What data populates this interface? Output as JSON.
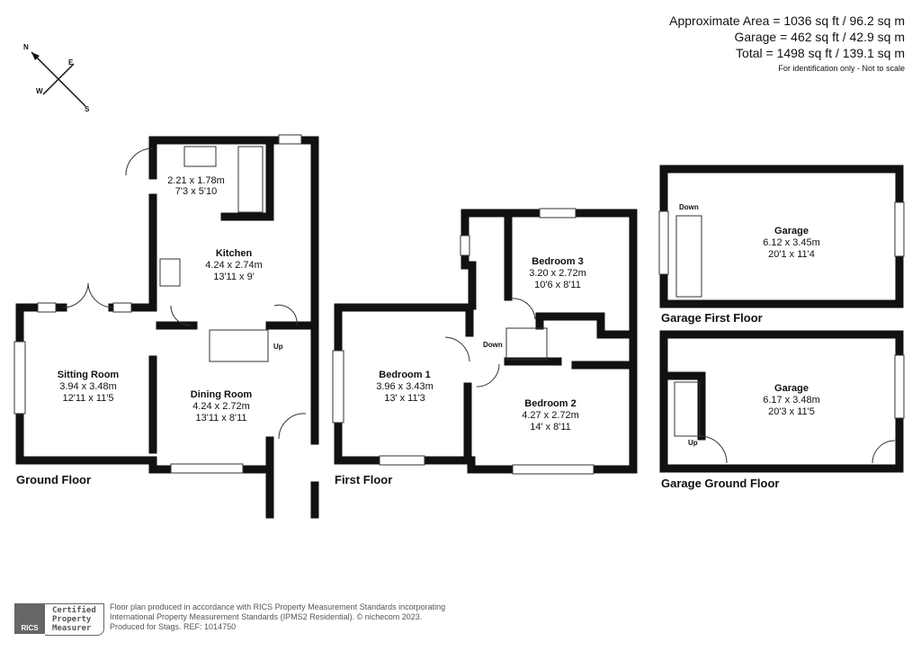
{
  "area": {
    "approx": "Approximate Area = 1036 sq ft / 96.2 sq m",
    "garage": "Garage = 462 sq ft / 42.9 sq m",
    "total": "Total = 1498 sq ft / 139.1 sq m",
    "note": "For identification only - Not to scale"
  },
  "compass": {
    "n": "N",
    "e": "E",
    "s": "S",
    "w": "W"
  },
  "floors": {
    "ground": "Ground Floor",
    "first": "First Floor",
    "garage_first": "Garage First Floor",
    "garage_ground": "Garage Ground Floor"
  },
  "rooms": {
    "utility": {
      "metric": "2.21 x 1.78m",
      "imperial": "7'3 x 5'10"
    },
    "kitchen": {
      "name": "Kitchen",
      "metric": "4.24 x 2.74m",
      "imperial": "13'11 x 9'"
    },
    "sitting": {
      "name": "Sitting Room",
      "metric": "3.94 x 3.48m",
      "imperial": "12'11 x 11'5"
    },
    "dining": {
      "name": "Dining Room",
      "metric": "4.24 x 2.72m",
      "imperial": "13'11 x 8'11"
    },
    "bed1": {
      "name": "Bedroom 1",
      "metric": "3.96 x 3.43m",
      "imperial": "13' x 11'3"
    },
    "bed2": {
      "name": "Bedroom 2",
      "metric": "4.27 x 2.72m",
      "imperial": "14' x 8'11"
    },
    "bed3": {
      "name": "Bedroom 3",
      "metric": "3.20 x 2.72m",
      "imperial": "10'6 x 8'11"
    },
    "garage_up": {
      "name": "Garage",
      "metric": "6.12 x 3.45m",
      "imperial": "20'1 x 11'4"
    },
    "garage_down": {
      "name": "Garage",
      "metric": "6.17 x 3.48m",
      "imperial": "20'3 x 11'5"
    }
  },
  "stairs": {
    "up": "Up",
    "down": "Down"
  },
  "footer": {
    "line1": "Floor plan produced in accordance with RICS Property Measurement Standards incorporating",
    "line2": "International Property Measurement Standards (IPMS2 Residential).  © nichecom 2023.",
    "line3": "Produced for Stags.   REF: 1014750",
    "badge_logo": "RICS",
    "badge1": "Certified",
    "badge2": "Property",
    "badge3": "Measurer"
  }
}
